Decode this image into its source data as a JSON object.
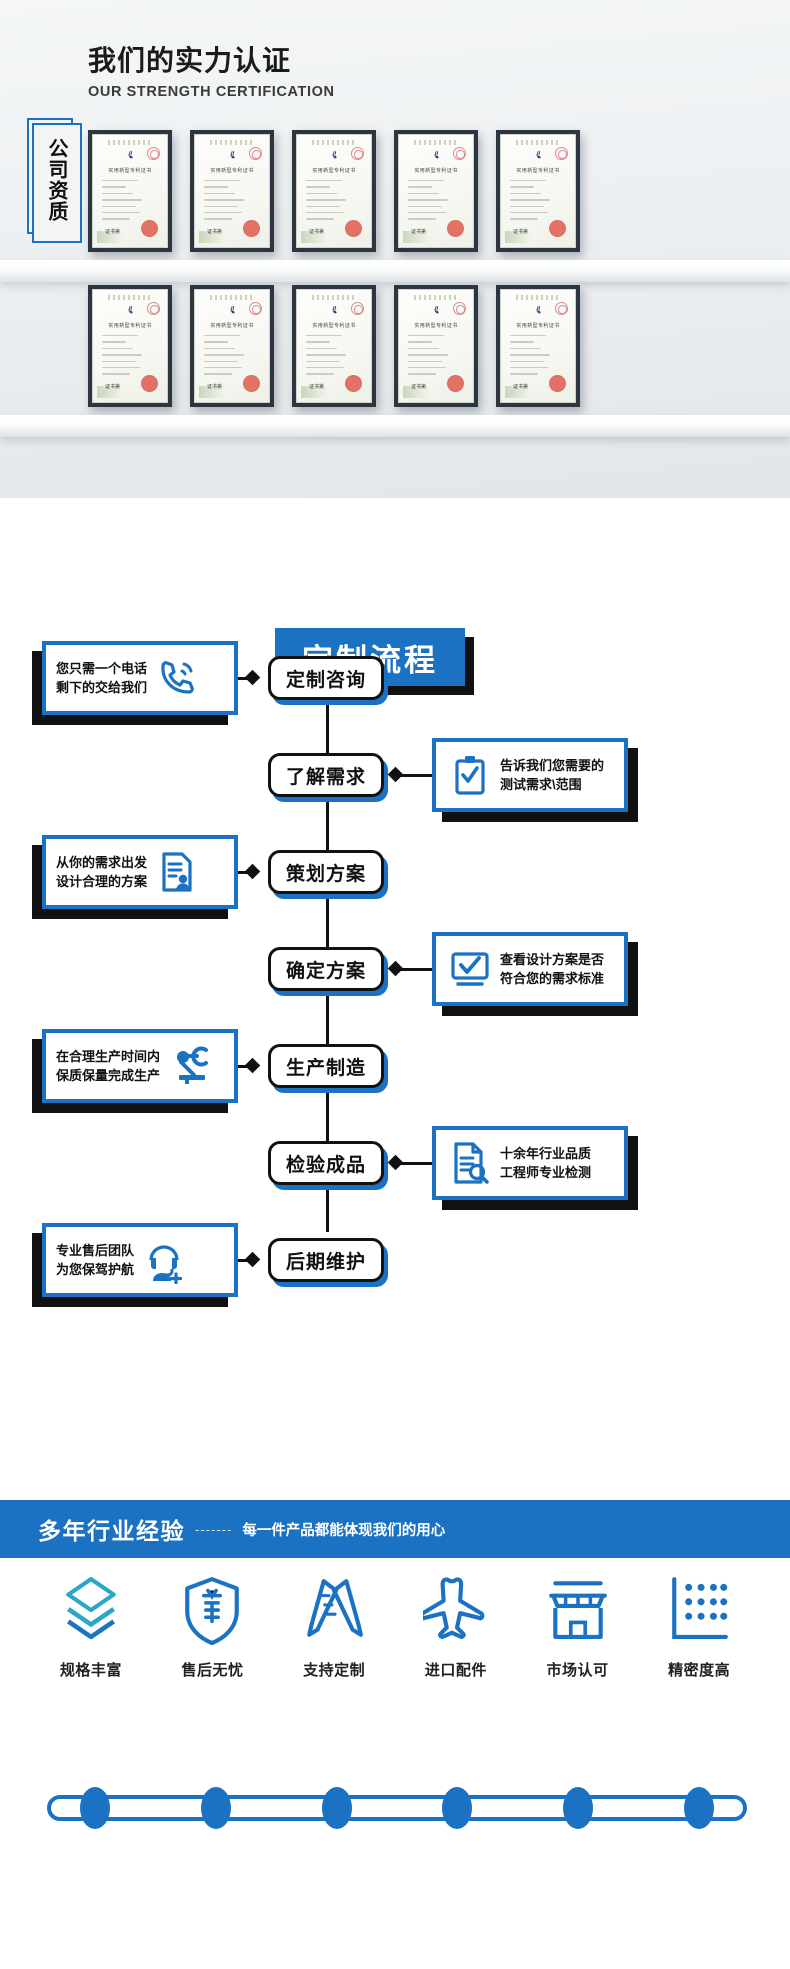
{
  "certification": {
    "title_cn": "我们的实力认证",
    "title_en": "OUR STRENGTH CERTIFICATION",
    "vertical_label": "公司资质",
    "certificate_title": "实用新型专利证书",
    "certificate_signature": "证书第",
    "certificates_row1_count": 5,
    "certificates_row2_count": 5
  },
  "flow": {
    "title": "定制流程",
    "steps": [
      {
        "node": "定制咨询",
        "side": "left",
        "icon": "phone-call-icon",
        "text": "您只需一个电话\n剩下的交给我们"
      },
      {
        "node": "了解需求",
        "side": "right",
        "icon": "clipboard-check-icon",
        "text": "告诉我们您需要的\n测试需求\\范围"
      },
      {
        "node": "策划方案",
        "side": "left",
        "icon": "document-user-icon",
        "text": "从你的需求出发\n设计合理的方案"
      },
      {
        "node": "确定方案",
        "side": "right",
        "icon": "monitor-check-icon",
        "text": "查看设计方案是否\n符合您的需求标准"
      },
      {
        "node": "生产制造",
        "side": "left",
        "icon": "robot-arm-icon",
        "text": "在合理生产时间内\n保质保量完成生产"
      },
      {
        "node": "检验成品",
        "side": "right",
        "icon": "document-search-icon",
        "text": "十余年行业品质\n工程师专业检测"
      },
      {
        "node": "后期维护",
        "side": "left",
        "icon": "headset-support-icon",
        "text": "专业售后团队\n为您保驾护航"
      }
    ]
  },
  "banner": {
    "main": "多年行业经验",
    "dash": "-------",
    "sub": "每一件产品都能体现我们的用心"
  },
  "features": [
    {
      "label": "规格丰富",
      "icon": "layers-icon"
    },
    {
      "label": "售后无忧",
      "icon": "shield-sale-icon"
    },
    {
      "label": "支持定制",
      "icon": "pencil-ruler-icon"
    },
    {
      "label": "进口配件",
      "icon": "airplane-icon"
    },
    {
      "label": "市场认可",
      "icon": "storefront-icon"
    },
    {
      "label": "精密度高",
      "icon": "precision-dots-icon"
    }
  ],
  "colors": {
    "brand_blue": "#1b72c2",
    "accent_teal": "#2aa7c4",
    "ink": "#111111"
  }
}
